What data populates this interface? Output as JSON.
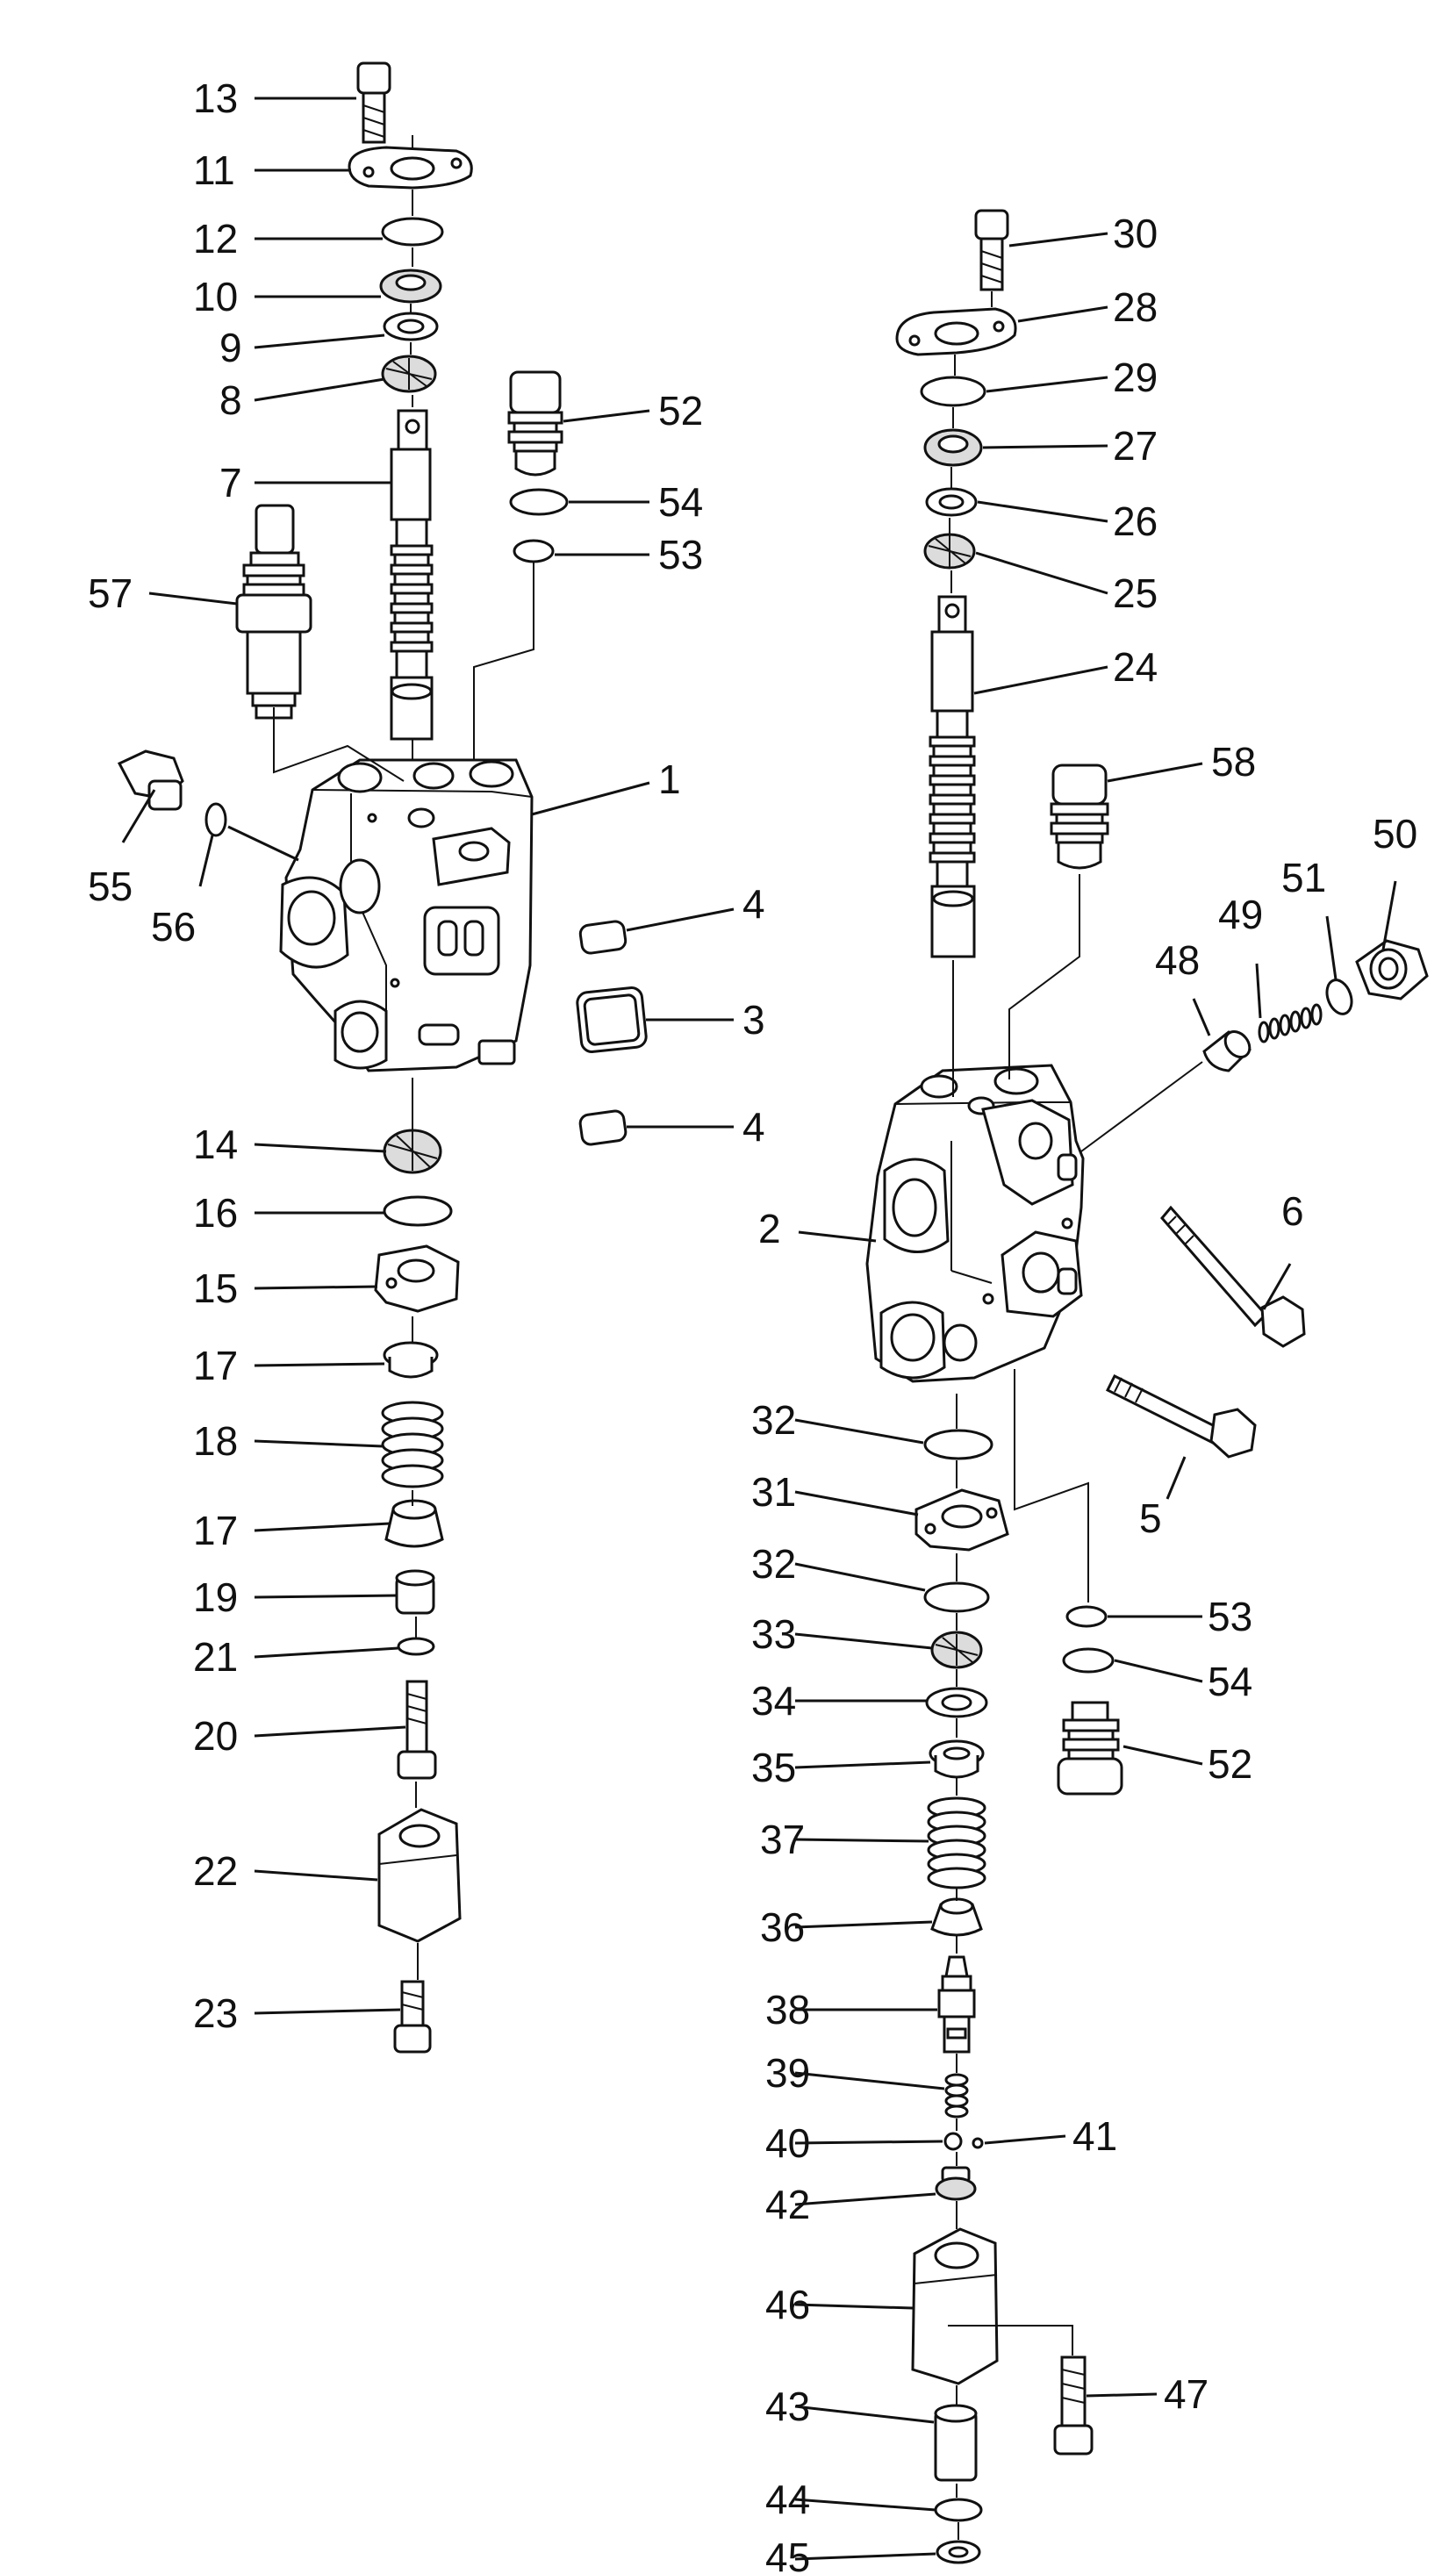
{
  "labels": {
    "p1": "1",
    "p2": "2",
    "p3": "3",
    "p4a": "4",
    "p4b": "4",
    "p5": "5",
    "p6": "6",
    "p7": "7",
    "p8": "8",
    "p9": "9",
    "p10": "10",
    "p11": "11",
    "p12": "12",
    "p13": "13",
    "p14": "14",
    "p15": "15",
    "p16": "16",
    "p17a": "17",
    "p17b": "17",
    "p18": "18",
    "p19": "19",
    "p20": "20",
    "p21": "21",
    "p22": "22",
    "p23": "23",
    "p24": "24",
    "p25": "25",
    "p26": "26",
    "p27": "27",
    "p28": "28",
    "p29": "29",
    "p30": "30",
    "p31": "31",
    "p32a": "32",
    "p32b": "32",
    "p33": "33",
    "p34": "34",
    "p35": "35",
    "p36": "36",
    "p37": "37",
    "p38": "38",
    "p39": "39",
    "p40": "40",
    "p41": "41",
    "p42": "42",
    "p43": "43",
    "p44": "44",
    "p45": "45",
    "p46": "46",
    "p47": "47",
    "p48": "48",
    "p49": "49",
    "p50": "50",
    "p51": "51",
    "p52a": "52",
    "p52b": "52",
    "p53a": "53",
    "p53b": "53",
    "p54a": "54",
    "p54b": "54",
    "p55": "55",
    "p56": "56",
    "p57": "57",
    "p58": "58"
  }
}
